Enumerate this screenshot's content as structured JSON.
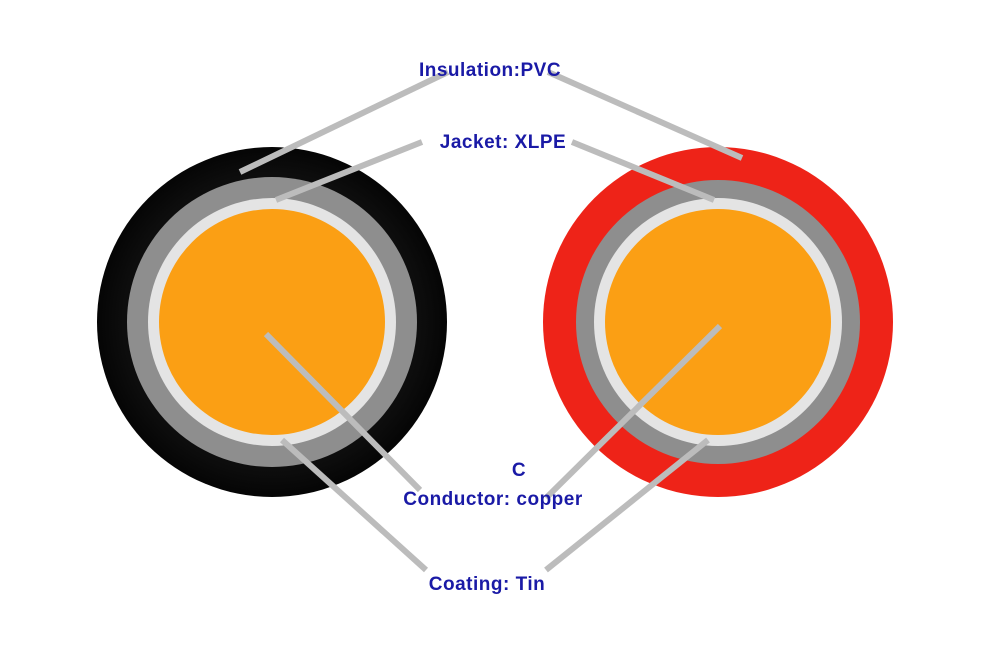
{
  "labels": {
    "insulation": "Insulation:PVC",
    "jacket": "Jacket: XLPE",
    "conductor_letter": "C",
    "conductor": "Conductor: copper",
    "coating": "Coating: Tin"
  },
  "colors": {
    "label_text": "#1a1aa6",
    "leader_line": "#bcbcbc",
    "black_insulation": "#0b0b0b",
    "red_insulation": "#ee2318",
    "jacket": "#8e8e8e",
    "coating": "#e4e4e4",
    "conductor": "#fb9f14"
  }
}
